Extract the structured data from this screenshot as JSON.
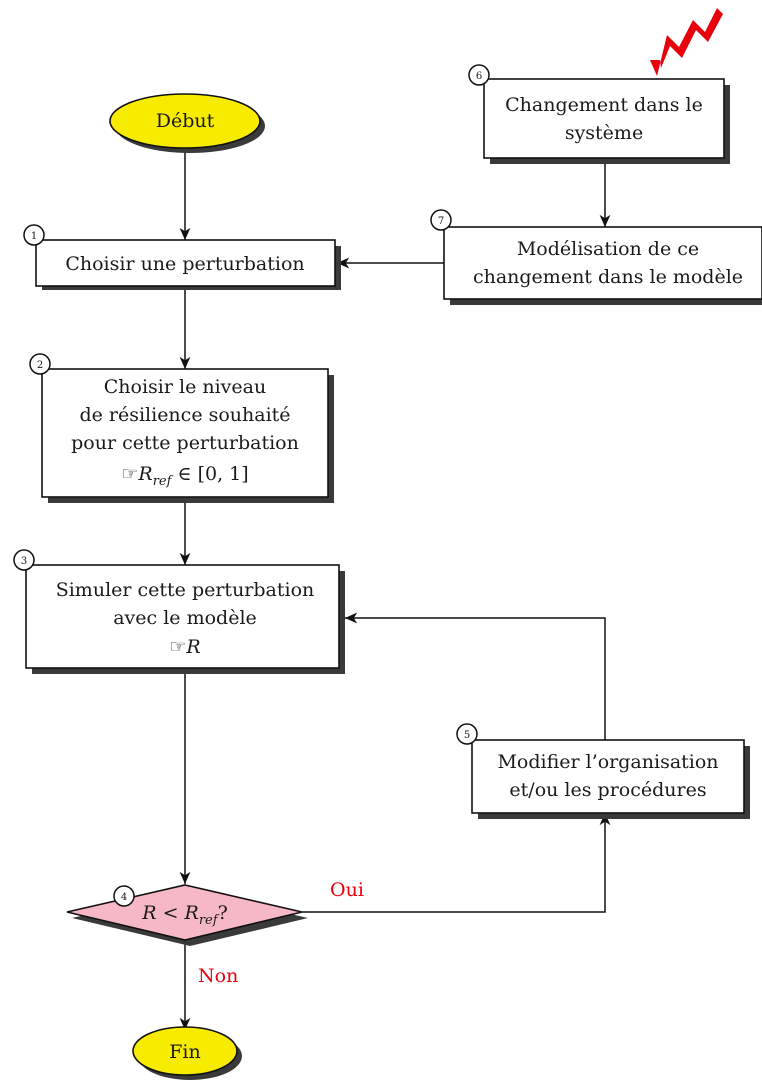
{
  "nodes": {
    "debut": {
      "label": "Début"
    },
    "fin": {
      "label": "Fin"
    },
    "step1": {
      "num": "1",
      "line1": "Choisir une perturbation"
    },
    "step2": {
      "num": "2",
      "line1": "Choisir le niveau",
      "line2": "de résilience souhaité",
      "line3": "pour cette perturbation",
      "formula_symbol": "☞",
      "formula": "R",
      "formula_sub": "ref",
      "formula_rest": " ∈ [0, 1]"
    },
    "step3": {
      "num": "3",
      "line1": "Simuler cette perturbation",
      "line2": "avec le modèle",
      "formula_symbol": "☞",
      "formula": "R"
    },
    "step4": {
      "num": "4",
      "formula": "R",
      "op": " < ",
      "formula2": "R",
      "formula_sub": "ref",
      "tail": "?"
    },
    "step5": {
      "num": "5",
      "line1": "Modifier l’organisation",
      "line2": "et/ou les procédures"
    },
    "step6": {
      "num": "6",
      "line1": "Changement dans le",
      "line2": "système"
    },
    "step7": {
      "num": "7",
      "line1": "Modélisation de ce",
      "line2": "changement dans le modèle"
    }
  },
  "edge_labels": {
    "yes": "Oui",
    "no": "Non"
  },
  "colors": {
    "terminal_fill": "#f7ec00",
    "decision_fill": "#f6b8c6",
    "edge_label": "#e8000b",
    "lightning": "#e8000b",
    "shadow": "#3a3a3a"
  },
  "icons": {
    "lightning": "lightning-bolt-icon",
    "hand": "pointing-hand-icon"
  }
}
